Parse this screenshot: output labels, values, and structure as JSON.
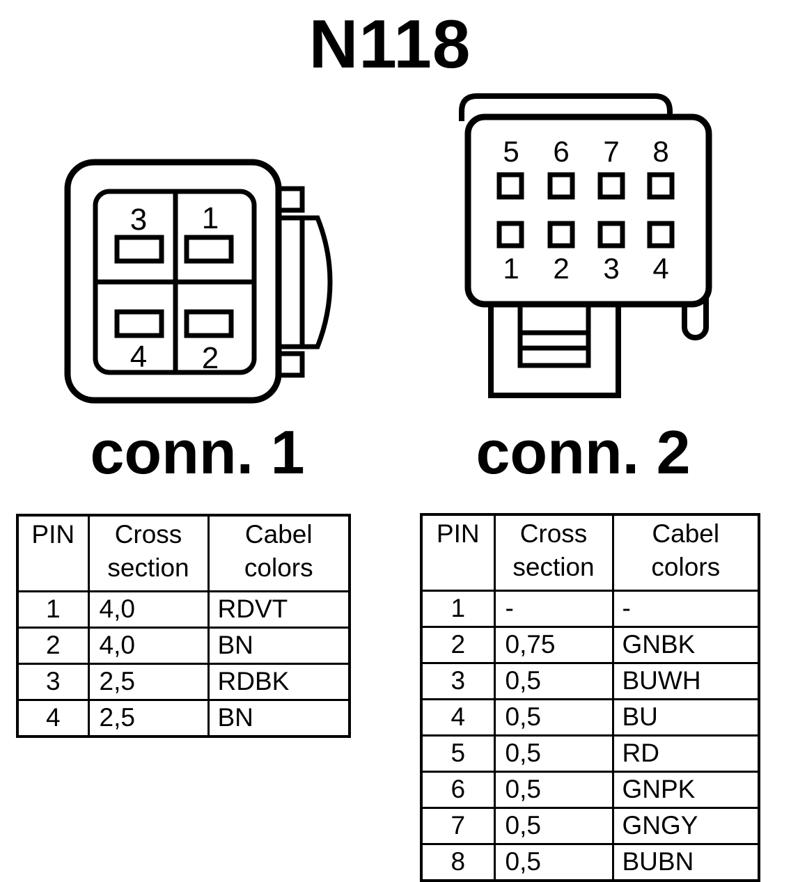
{
  "title": "N118",
  "connector1": {
    "label": "conn. 1",
    "pin_labels": {
      "top_left": "3",
      "top_right": "1",
      "bottom_left": "4",
      "bottom_right": "2"
    },
    "table": {
      "headers": [
        "PIN",
        "Cross section",
        "Cabel colors"
      ],
      "rows": [
        [
          "1",
          "4,0",
          "RDVT"
        ],
        [
          "2",
          "4,0",
          "BN"
        ],
        [
          "3",
          "2,5",
          "RDBK"
        ],
        [
          "4",
          "2,5",
          "BN"
        ]
      ]
    }
  },
  "connector2": {
    "label": "conn. 2",
    "pin_labels_top": [
      "5",
      "6",
      "7",
      "8"
    ],
    "pin_labels_bottom": [
      "1",
      "2",
      "3",
      "4"
    ],
    "table": {
      "headers": [
        "PIN",
        "Cross section",
        "Cabel colors"
      ],
      "rows": [
        [
          "1",
          "-",
          "-"
        ],
        [
          "2",
          "0,75",
          "GNBK"
        ],
        [
          "3",
          "0,5",
          "BUWH"
        ],
        [
          "4",
          "0,5",
          "BU"
        ],
        [
          "5",
          "0,5",
          "RD"
        ],
        [
          "6",
          "0,5",
          "GNPK"
        ],
        [
          "7",
          "0,5",
          "GNGY"
        ],
        [
          "8",
          "0,5",
          "BUBN"
        ]
      ]
    }
  }
}
